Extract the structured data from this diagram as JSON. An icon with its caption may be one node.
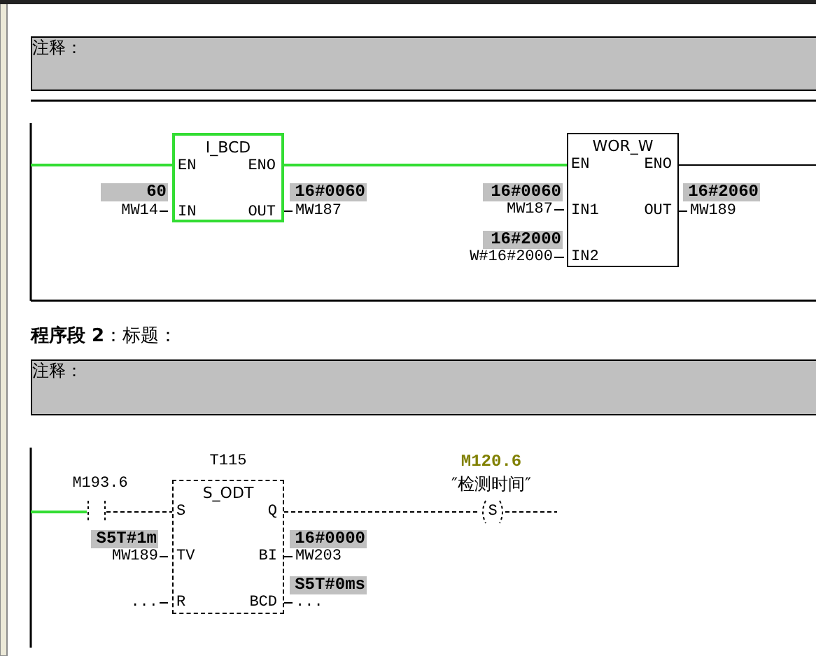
{
  "diagram": {
    "nodes": [
      {
        "text": [
          "I_BCD",
          "EN",
          "ENO",
          "IN",
          "OUT"
        ]
      },
      {
        "text": [
          "WOR_W",
          "EN",
          "ENO",
          "IN1",
          "OUT",
          "IN2"
        ]
      },
      {
        "text": [],
        "shape": "contact",
        "beside": [
          "M193.6"
        ]
      },
      {
        "text": [
          "S_ODT",
          "S",
          "Q",
          "TV",
          "BI",
          "R",
          "BCD"
        ],
        "beside": [
          "T115"
        ]
      },
      {
        "text": [
          "S"
        ],
        "beside": [
          "M120.6",
          "″检测时间″"
        ]
      }
    ],
    "edges": [
      {
        "from": null,
        "to": 0,
        "arrow": "none",
        "color": "#33dd33"
      },
      {
        "from": 0,
        "to": 1,
        "arrow": "none",
        "color": "#33dd33"
      },
      {
        "from": 1,
        "to": null,
        "arrow": "none"
      },
      {
        "from": null,
        "to": 2,
        "arrow": "none",
        "color": "#33dd33"
      },
      {
        "from": 2,
        "to": 3,
        "arrow": "none",
        "style": "dashed"
      },
      {
        "from": 3,
        "to": 4,
        "arrow": "none",
        "style": "dashed"
      },
      {
        "from": 4,
        "to": null,
        "arrow": "none",
        "style": "dashed"
      }
    ],
    "labels": [
      "注释：",
      "60",
      "16#0060",
      "16#0060",
      "16#2060",
      "MW14",
      "MW187",
      "MW187",
      "MW189",
      "16#2000",
      "W#16#2000",
      "**程序段 2**：标题：",
      "注释：",
      "S5T#1m",
      "16#0000",
      "MW189",
      "MW203",
      "S5T#0ms",
      "...",
      "..."
    ]
  }
}
